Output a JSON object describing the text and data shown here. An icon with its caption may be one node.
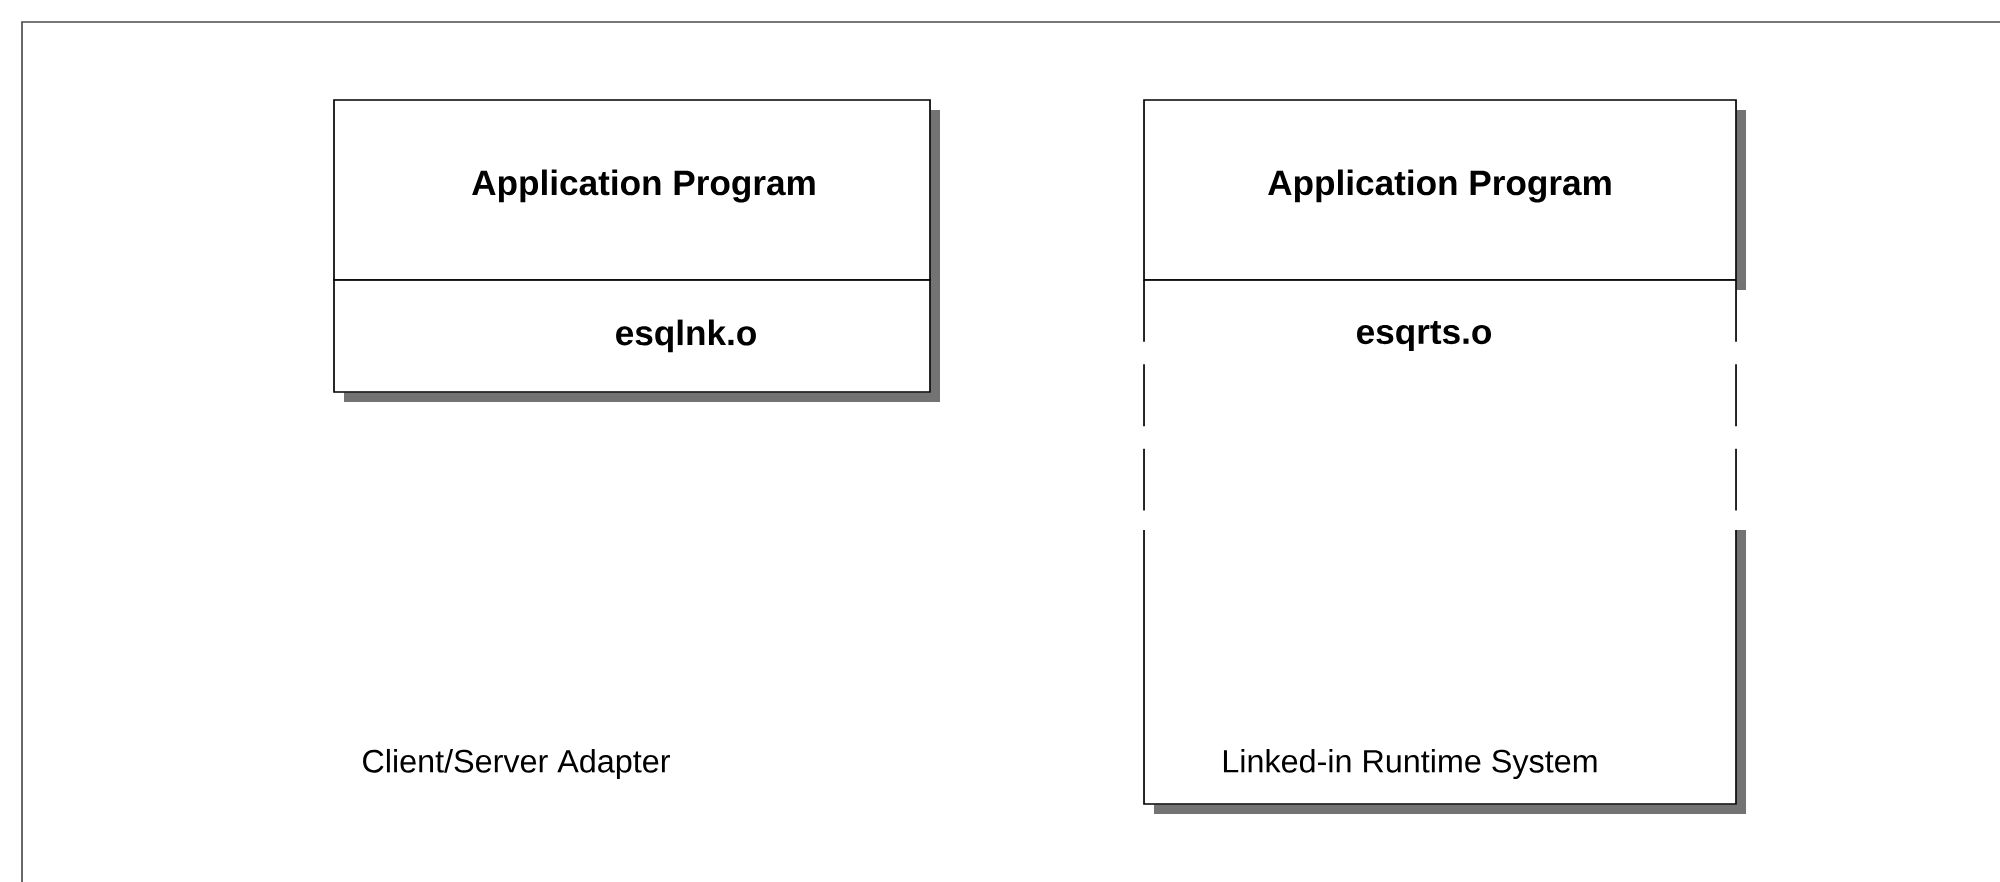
{
  "diagram": {
    "nodes": [
      {
        "text": [
          "Application Program"
        ]
      },
      {
        "text": [
          "esqlnk.o"
        ]
      },
      {
        "text": [
          "Application Program"
        ]
      },
      {
        "text": [
          "esqrts.o"
        ]
      }
    ],
    "labels": [
      "Client/Server Adapter",
      "Linked-in Runtime System"
    ]
  }
}
